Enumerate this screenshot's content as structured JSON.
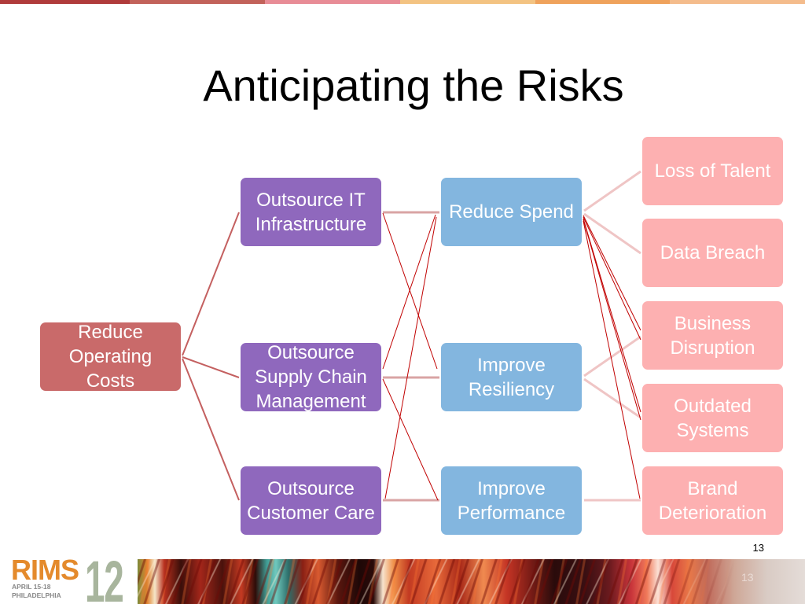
{
  "slide": {
    "title": "Anticipating the Risks",
    "page_number": "13"
  },
  "diagram": {
    "objective": "Reduce\nOperating\nCosts",
    "strategies": [
      "Outsource IT\nInfrastructure",
      "Outsource\nSupply Chain\nManagement",
      "Outsource\nCustomer Care"
    ],
    "goals": [
      "Reduce Spend",
      "Improve\nResiliency",
      "Improve\nPerformance"
    ],
    "risks": [
      "Loss of Talent",
      "Data Breach",
      "Business\nDisruption",
      "Outdated\nSystems",
      "Brand\nDeterioration"
    ]
  },
  "footer": {
    "logo": {
      "wordmark": "RIMS",
      "number": "12",
      "dates": "APRIL 15-18",
      "city": "PHILADELPHIA"
    }
  },
  "colors": {
    "top_stripe": [
      "#b03b3b",
      "#c2625a",
      "#e88c96",
      "#f3c382",
      "#efa25c",
      "#f4bc8c"
    ],
    "title_text": "#000000",
    "objective_box": "#c96a6a",
    "strategy_box": "#8f68bd",
    "goal_box": "#83b6df",
    "risk_box": "#fdb0b1",
    "box_text": "#ffffff",
    "connector_primary": "#c46060",
    "connector_light": "#d9a4a4",
    "connector_pale": "#efc5c5",
    "connector_cross": "#c00000",
    "logo_wordmark": "#e48a2c",
    "logo_number": "#a8b59d"
  }
}
